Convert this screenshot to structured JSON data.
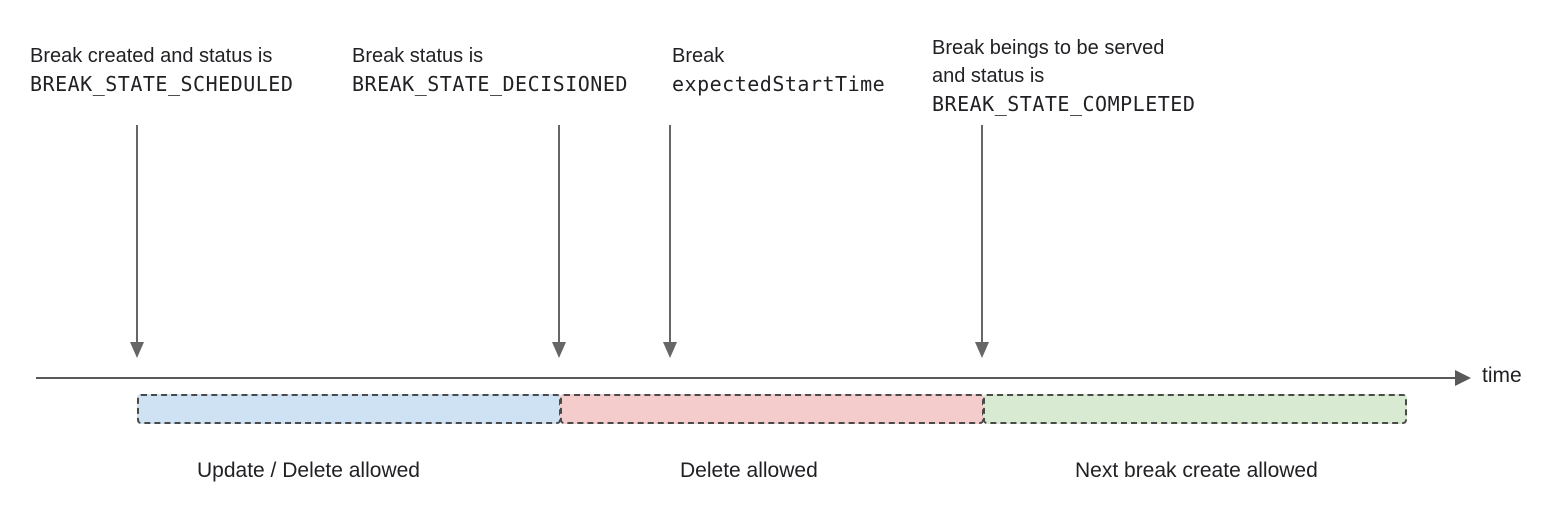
{
  "diagram": {
    "annotations": [
      {
        "lines": [
          {
            "text": "Break created and status is",
            "mono": false
          },
          {
            "text": "BREAK_STATE_SCHEDULED",
            "mono": true
          }
        ]
      },
      {
        "lines": [
          {
            "text": "Break status is",
            "mono": false
          },
          {
            "text": "BREAK_STATE_DECISIONED",
            "mono": true
          }
        ]
      },
      {
        "lines": [
          {
            "text": "Break",
            "mono": false
          },
          {
            "text": "expectedStartTime",
            "mono": true
          }
        ]
      },
      {
        "lines": [
          {
            "text": "Break beings to be served",
            "mono": false
          },
          {
            "text": "and status is",
            "mono": false
          },
          {
            "text": "BREAK_STATE_COMPLETED",
            "mono": true
          }
        ]
      }
    ],
    "axis": {
      "label": "time"
    },
    "segments": [
      {
        "label": "Update / Delete allowed",
        "color": "#cfe2f3"
      },
      {
        "label": "Delete allowed",
        "color": "#f4cccc"
      },
      {
        "label": "Next break create allowed",
        "color": "#d9ead3"
      }
    ],
    "colors": {
      "arrow": "#666666",
      "axis_line": "#595959",
      "segment_border": "#4a4a4a",
      "text": "#202124"
    }
  }
}
